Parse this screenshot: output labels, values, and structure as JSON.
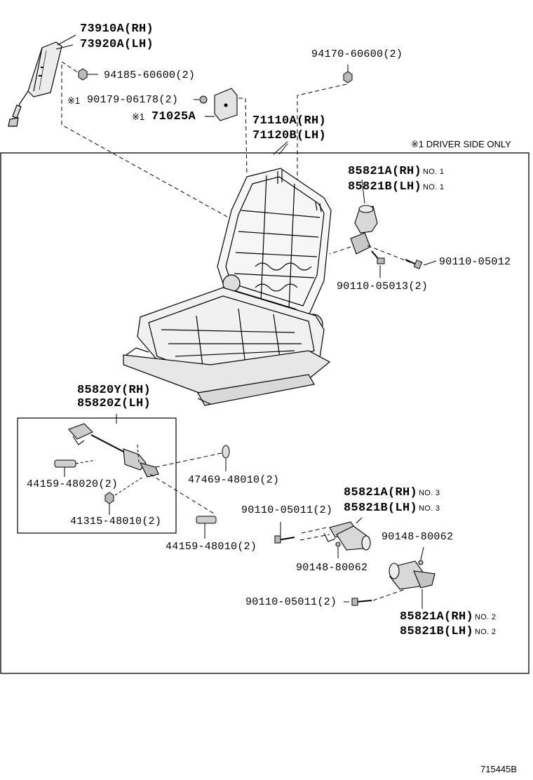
{
  "labels": {
    "headrest_rh": "73910A(RH)",
    "headrest_lh": "73920A(LH)",
    "nut_top": "94185-60600(2)",
    "screw_side": "90179-06178(2)",
    "screw_side_mark": "※1",
    "bracket": "71025A",
    "bracket_mark": "※1",
    "nut_right": "94170-60600(2)",
    "frame_rh": "71110A(RH)",
    "frame_lh": "71120B(LH)",
    "driver_note": "※1 DRIVER SIDE ONLY",
    "motor1_rh": "85821A(RH)",
    "motor1_rh_sup": "NO. 1",
    "motor1_lh": "85821B(LH)",
    "motor1_lh_sup": "NO. 1",
    "bolt_90110_05012": "90110-05012",
    "bolt_90110_05013": "90110-05013(2)",
    "cable_rh": "85820Y(RH)",
    "cable_lh": "85820Z(LH)",
    "pin_44159_48020": "44159-48020(2)",
    "nut_41315": "41315-48010(2)",
    "washer_47469": "47469-48010(2)",
    "pin_44159_48010": "44159-48010(2)",
    "motor3_rh": "85821A(RH)",
    "motor3_rh_sup": "NO. 3",
    "motor3_lh": "85821B(LH)",
    "motor3_lh_sup": "NO. 3",
    "bolt_90110_05011_a": "90110-05011(2)",
    "screw_90148_a": "90148-80062",
    "screw_90148_b": "90148-80062",
    "bolt_90110_05011_b": "90110-05011(2)",
    "motor2_rh": "85821A(RH)",
    "motor2_rh_sup": "NO. 2",
    "motor2_lh": "85821B(LH)",
    "motor2_lh_sup": "NO. 2",
    "diagram_code": "715445B"
  }
}
